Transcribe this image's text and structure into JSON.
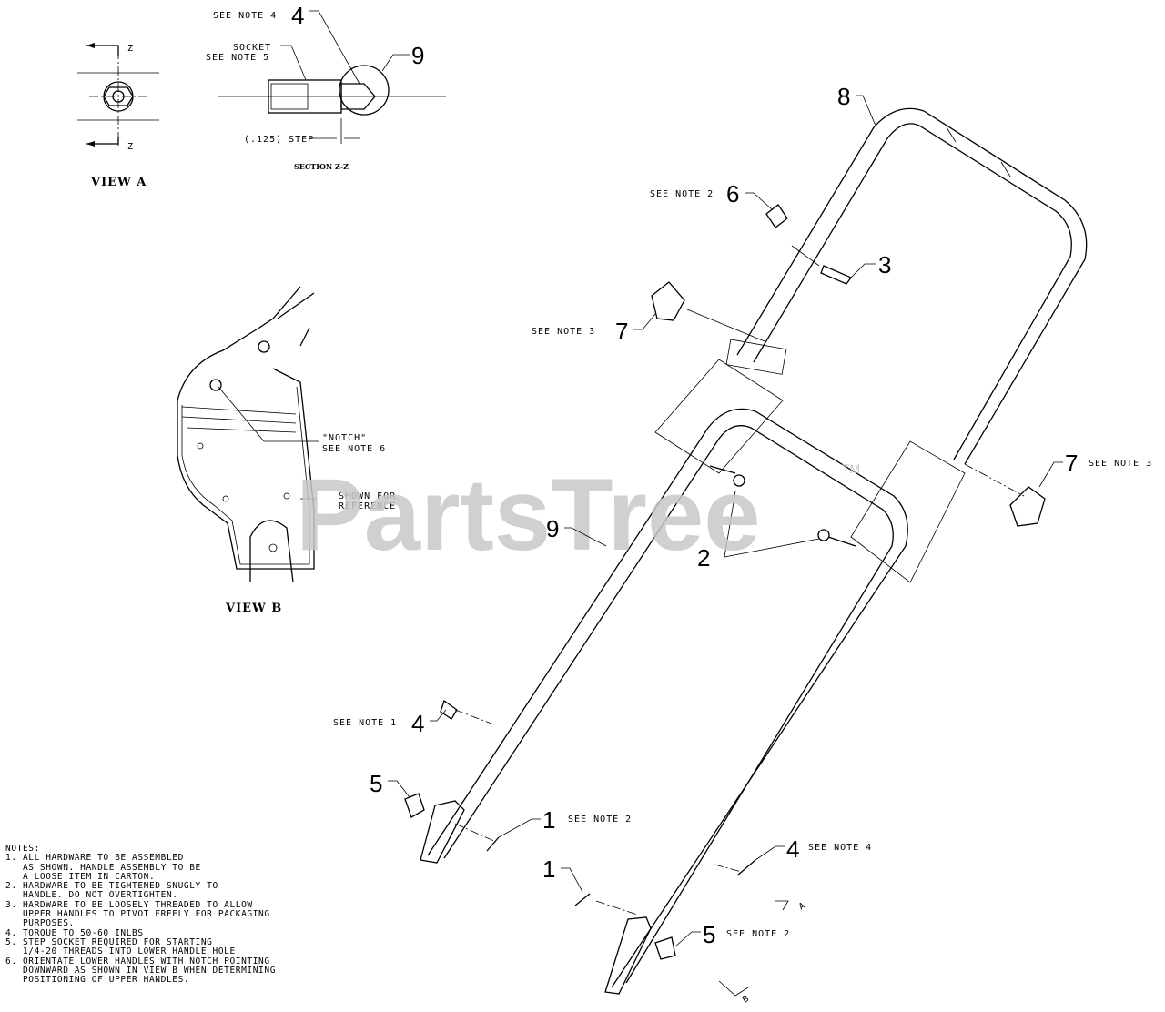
{
  "watermark": {
    "text": "PartsTree",
    "trademark": "TM"
  },
  "callouts": [
    {
      "id": "c4-top",
      "number": "4",
      "note": "SEE NOTE 4"
    },
    {
      "id": "c9-top",
      "number": "9",
      "note": ""
    },
    {
      "id": "c8",
      "number": "8",
      "note": ""
    },
    {
      "id": "c6",
      "number": "6",
      "note": "SEE NOTE 2"
    },
    {
      "id": "c3",
      "number": "3",
      "note": ""
    },
    {
      "id": "c7-left",
      "number": "7",
      "note": "SEE NOTE 3"
    },
    {
      "id": "c7-right",
      "number": "7",
      "note": "SEE NOTE 3"
    },
    {
      "id": "c9-mid",
      "number": "9",
      "note": ""
    },
    {
      "id": "c2",
      "number": "2",
      "note": ""
    },
    {
      "id": "c4-left",
      "number": "4",
      "note": "SEE NOTE 1"
    },
    {
      "id": "c5-left",
      "number": "5",
      "note": ""
    },
    {
      "id": "c1-right",
      "number": "1",
      "note": "SEE NOTE 2"
    },
    {
      "id": "c4-right",
      "number": "4",
      "note": "SEE NOTE 4"
    },
    {
      "id": "c1-left",
      "number": "1",
      "note": ""
    },
    {
      "id": "c5-right",
      "number": "5",
      "note": "SEE NOTE 2"
    }
  ],
  "view_a": {
    "title": "VIEW A",
    "axis_label": "Z"
  },
  "section": {
    "title": "SECTION Z-Z",
    "socket_label_1": "SOCKET",
    "socket_label_2": "SEE NOTE 5",
    "step_label": "(.125) STEP"
  },
  "view_b": {
    "title": "VIEW B",
    "notch_1": "\"NOTCH\"",
    "notch_2": "SEE NOTE 6",
    "ref_1": "SHOWN FOR",
    "ref_2": "REFERENCE"
  },
  "notes": {
    "heading": "NOTES:",
    "lines": [
      "1. ALL HARDWARE TO BE ASSEMBLED",
      "   AS SHOWN. HANDLE ASSEMBLY TO BE",
      "   A LOOSE ITEM IN CARTON.",
      "2. HARDWARE TO BE TIGHTENED SNUGLY TO",
      "   HANDLE. DO NOT OVERTIGHTEN.",
      "3. HARDWARE TO BE LOOSELY THREADED TO ALLOW",
      "   UPPER HANDLES TO PIVOT FREELY FOR PACKAGING",
      "   PURPOSES.",
      "4. TORQUE TO 50-60 INLBS",
      "5. STEP SOCKET REQUIRED FOR STARTING",
      "   1/4-20 THREADS INTO LOWER HANDLE HOLE.",
      "6. ORIENTATE LOWER HANDLES WITH NOTCH POINTING",
      "   DOWNWARD AS SHOWN IN VIEW B WHEN DETERMINING",
      "   POSITIONING OF UPPER HANDLES."
    ]
  },
  "view_markers": {
    "a": "A",
    "b": "B"
  }
}
